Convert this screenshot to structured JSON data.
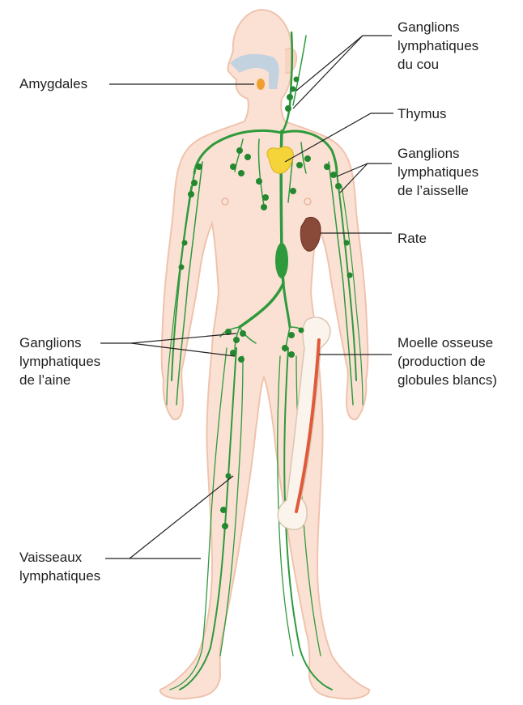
{
  "labels": {
    "amygdales": "Amygdales",
    "ganglions_cou": "Ganglions\nlymphatiques\ndu cou",
    "thymus": "Thymus",
    "ganglions_aisselle": "Ganglions\nlymphatiques\nde l’aisselle",
    "rate": "Rate",
    "ganglions_aine": "Ganglions\nlymphatiques\nde l’aine",
    "moelle": "Moelle osseuse\n(production de\nglobules blancs)",
    "vaisseaux": "Vaisseaux\nlymphatiques"
  },
  "colors": {
    "skin": "#fbe1d4",
    "skin_outline": "#efc3ad",
    "lymph": "#2e9a3c",
    "node": "#23882f",
    "thymus": "#f5d43a",
    "spleen": "#8a4a3a",
    "tonsil": "#f0a030",
    "airway": "#b9cfe0",
    "bone": "#fbf4ec",
    "marrow": "#e05a3a",
    "leader": "#222222"
  }
}
